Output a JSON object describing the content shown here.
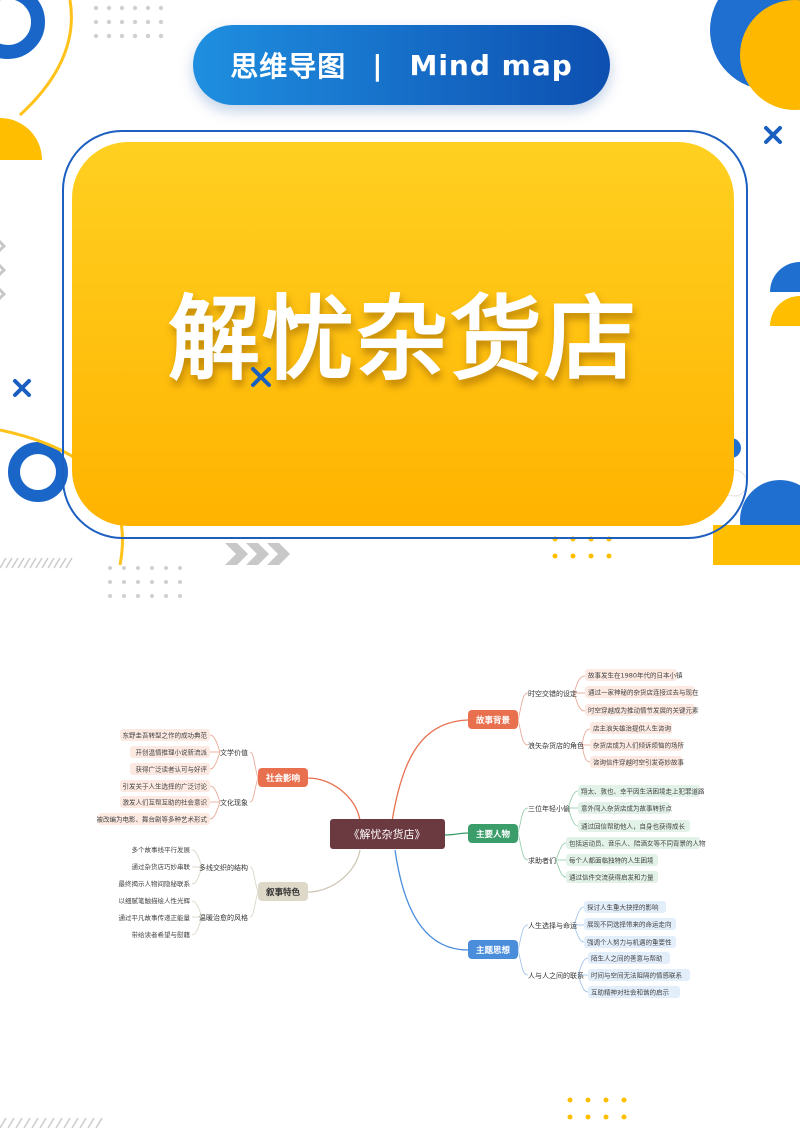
{
  "header": {
    "title_cn": "思维导图",
    "separator": "|",
    "title_en": "Mind map"
  },
  "main": {
    "book_title": "解忧杂货店"
  },
  "colors": {
    "accent_blue": "#0d4fb0",
    "accent_yellow": "#ffbf00",
    "root_node": "#6b3940",
    "social_impact": "#e8704f",
    "narrative": "#ddd8c8",
    "story_background": "#e8704f",
    "characters": "#3a9d6a",
    "theme": "#4a8ddb"
  },
  "mindmap": {
    "root": "《解忧杂货店》",
    "story_background": {
      "label": "故事背景",
      "groups": [
        {
          "label": "时空交错的设定",
          "leaves": [
            "故事发生在1980年代的日本小镇",
            "通过一家神秘的杂货店连接过去与现在",
            "时空穿越成为推动情节发展的关键元素"
          ]
        },
        {
          "label": "浪矢杂货店的角色",
          "leaves": [
            "店主浪矢雄治提供人生咨询",
            "杂货店成为人们倾诉烦恼的场所",
            "咨询信件穿越时空引发奇妙故事"
          ]
        }
      ]
    },
    "characters": {
      "label": "主要人物",
      "groups": [
        {
          "label": "三位年轻小偷",
          "leaves": [
            "翔太、敦也、幸平因生活困境走上犯罪道路",
            "意外闯入杂货店成为故事转折点",
            "通过回信帮助他人，自身也获得成长"
          ]
        },
        {
          "label": "求助者们",
          "leaves": [
            "包括运动员、音乐人、陪酒女等不同背景的人物",
            "每个人都面临独特的人生困境",
            "通过信件交流获得启发和力量"
          ]
        }
      ]
    },
    "theme": {
      "label": "主题思想",
      "groups": [
        {
          "label": "人生选择与命运",
          "leaves": [
            "探讨人生重大抉择的影响",
            "展现不同选择带来的命运走向",
            "强调个人努力与机遇的重要性"
          ]
        },
        {
          "label": "人与人之间的联系",
          "leaves": [
            "陌生人之间的善意与帮助",
            "时间与空间无法阻隔的情感联系",
            "互助精神对社会和谐的启示"
          ]
        }
      ]
    },
    "social_impact": {
      "label": "社会影响",
      "groups": [
        {
          "label": "文学价值",
          "leaves": [
            "东野圭吾转型之作的成功典范",
            "开创温情推理小说新流派",
            "获得广泛读者认可与好评"
          ]
        },
        {
          "label": "文化现象",
          "leaves": [
            "引发关于人生选择的广泛讨论",
            "激发人们互帮互助的社会意识",
            "被改编为电影、舞台剧等多种艺术形式"
          ]
        }
      ]
    },
    "narrative": {
      "label": "叙事特色",
      "groups": [
        {
          "label": "多线交织的结构",
          "leaves": [
            "多个故事线平行发展",
            "通过杂货店巧妙串联",
            "最终揭示人物间隐秘联系"
          ]
        },
        {
          "label": "温暖治愈的风格",
          "leaves": [
            "以细腻笔触描绘人性光辉",
            "通过平凡故事传递正能量",
            "带给读者希望与慰藉"
          ]
        }
      ]
    }
  }
}
